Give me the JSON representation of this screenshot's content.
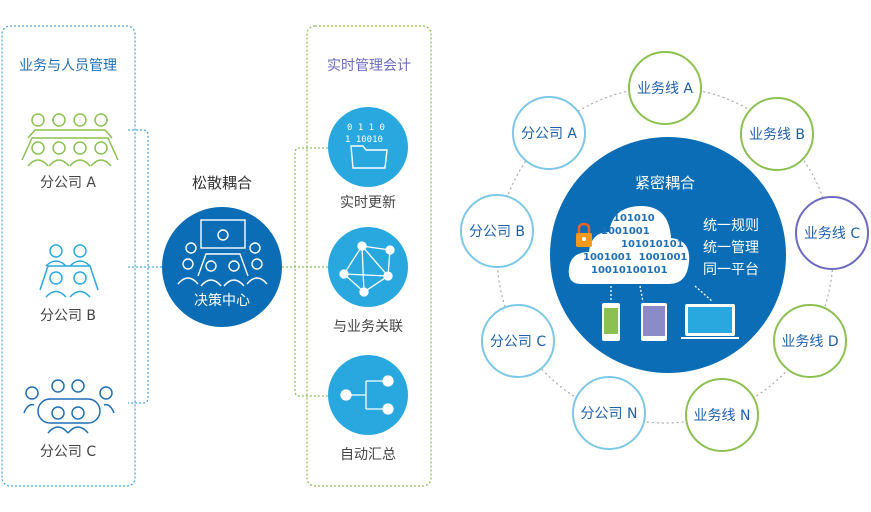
{
  "left_panel": {
    "title": "业务与人员管理",
    "groups": [
      "分公司 A",
      "分公司 B",
      "分公司 C"
    ]
  },
  "center": {
    "caption": "松散耦合",
    "hub_label": "决策中心"
  },
  "right_panel": {
    "title": "实时管理会计",
    "items": [
      "实时更新",
      "与业务关联",
      "自动汇总"
    ]
  },
  "diagram": {
    "core_title": "紧密耦合",
    "core_lines": [
      "统一规则",
      "统一管理",
      "同一平台"
    ],
    "binary": [
      "101010",
      "1001001",
      "101010101",
      "1001001  1001001",
      "10010100101"
    ],
    "business_lines": [
      "业务线 A",
      "业务线 B",
      "业务线 C",
      "业务线 D",
      "业务线 N"
    ],
    "branches": [
      "分公司 A",
      "分公司 B",
      "分公司 C",
      "分公司 N"
    ]
  },
  "colors": {
    "blue_dark": "#0a6db5",
    "blue_light": "#29a8e0",
    "green": "#8cc152",
    "purple": "#6c6ac0"
  }
}
